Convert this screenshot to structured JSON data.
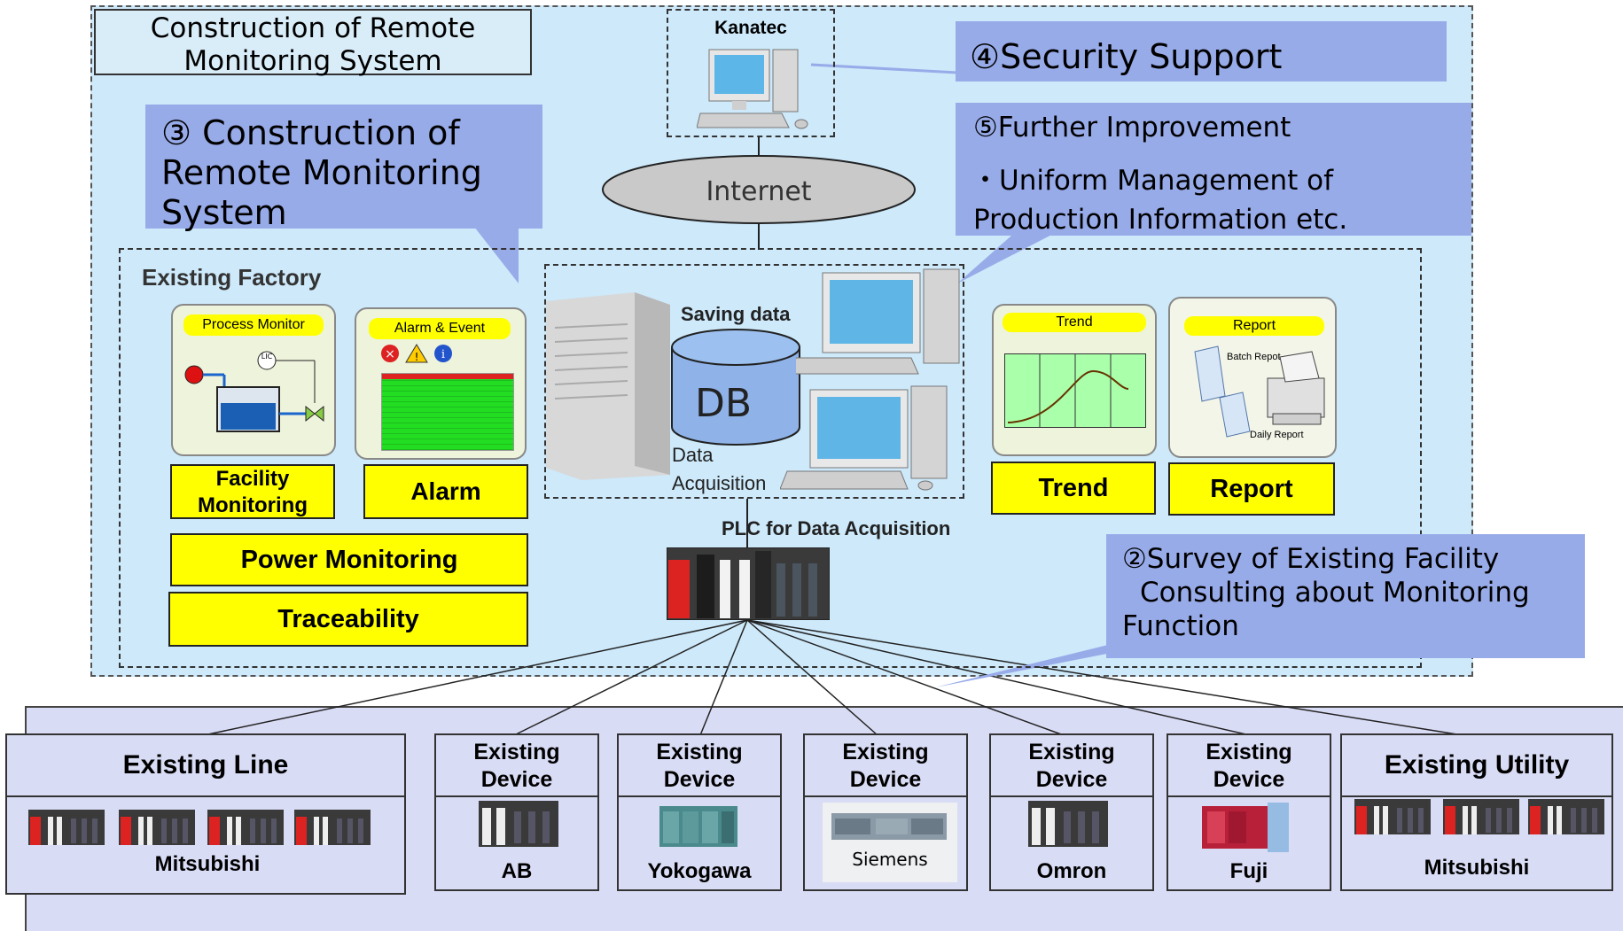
{
  "title": "Construction of Remote Monitoring System",
  "kanatec_label": "Kanatec",
  "internet_label": "Internet",
  "callouts": {
    "security": "④Security Support",
    "construction": "③ Construction  of Remote Monitoring System",
    "improvement_title": "⑤Further Improvement",
    "improvement_line1": "・Uniform Management of",
    "improvement_line2": "Production Information etc.",
    "survey_line1": "②Survey of Existing Facility",
    "survey_line2": "Consulting about Monitoring",
    "survey_line3": "Function"
  },
  "factory": {
    "label": "Existing Factory",
    "process_monitor_pill": "Process Monitor",
    "alarm_event_pill": "Alarm & Event",
    "trend_pill": "Trend",
    "report_pill": "Report",
    "batch_report": "Batch Repot",
    "daily_report": "Daily Report",
    "facility_monitoring": "Facility Monitoring",
    "alarm": "Alarm",
    "trend": "Trend",
    "report": "Report",
    "power_monitoring": "Power Monitoring",
    "traceability": "Traceability",
    "saving_data": "Saving data",
    "db": "DB",
    "data_acquisition": "Data Acquisition",
    "plc_label": "PLC for Data Acquisition",
    "lic_label": "LIC"
  },
  "devices": {
    "existing_line": "Existing Line",
    "existing_utility": "Existing Utility",
    "existing_device": "Existing Device",
    "mitsubishi": "Mitsubishi",
    "ab": "AB",
    "yokogawa": "Yokogawa",
    "siemens": "Siemens",
    "omron": "Omron",
    "fuji": "Fuji"
  },
  "colors": {
    "top_region": "#cde9fa",
    "bottom_region": "#d9dcf5",
    "callout": "#98abe9",
    "yellow_label": "#ffff00",
    "alarm_grid": "#22dd22"
  }
}
